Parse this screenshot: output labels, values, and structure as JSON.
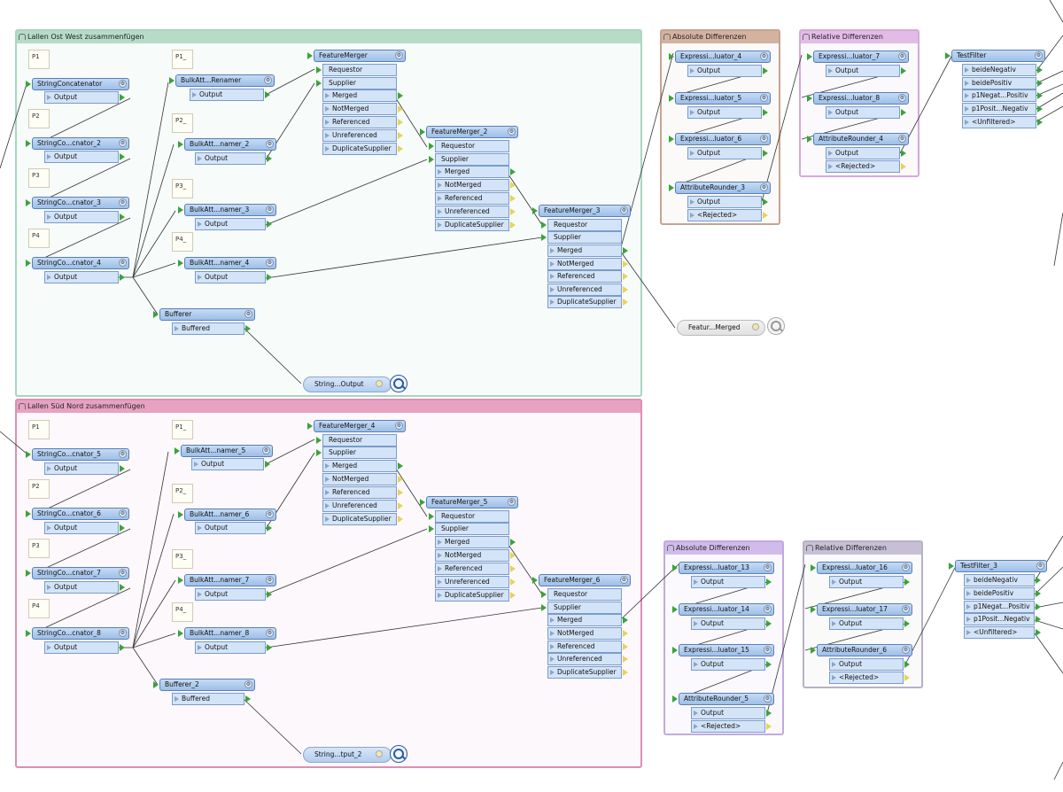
{
  "bookmarks": [
    {
      "title": "Lallen Ost West zusammenfügen",
      "color": "#a9d6c0",
      "bg": "rgba(180,220,200,0.10)"
    },
    {
      "title": "Lallen Süd Nord zusammenfügen",
      "color": "#dd8fb3",
      "bg": "rgba(230,170,200,0.08)"
    },
    {
      "title": "Absolute Differenzen",
      "color": "#c5a48f",
      "bg": "rgba(220,190,170,0.08)"
    },
    {
      "title": "Relative Differenzen",
      "color": "#d7a8dc",
      "bg": "rgba(220,180,225,0.08)"
    },
    {
      "title": "Absolute Differenzen",
      "color": "#c2a9e0",
      "bg": "rgba(200,180,230,0.08)"
    },
    {
      "title": "Relative Differenzen",
      "color": "#b8b0c8",
      "bg": "rgba(190,185,205,0.08)"
    }
  ],
  "annotations": [
    "P1",
    "P2",
    "P3",
    "P4",
    "P1_",
    "P2_",
    "P3_",
    "P4_",
    "P1",
    "P2",
    "P3",
    "P4",
    "P1_",
    "P2_",
    "P3_",
    "P4_"
  ],
  "nodes": {
    "sc1": "StringConcatenator",
    "sc2": "StringCo...cnator_2",
    "sc3": "StringCo...cnator_3",
    "sc4": "StringCo...cnator_4",
    "br1": "BulkAtt...Renamer",
    "br2": "BulkAtt...namer_2",
    "br3": "BulkAtt...namer_3",
    "br4": "BulkAtt...namer_4",
    "fm1": "FeatureMerger",
    "fm2": "FeatureMerger_2",
    "fm3": "FeatureMerger_3",
    "bf1": "Bufferer",
    "so1": "String...Output",
    "sc5": "StringCo...cnator_5",
    "sc6": "StringCo...cnator_6",
    "sc7": "StringCo...cnator_7",
    "sc8": "StringCo...cnator_8",
    "br5": "BulkAtt...namer_5",
    "br6": "BulkAtt...namer_6",
    "br7": "BulkAtt...namer_7",
    "br8": "BulkAtt...namer_8",
    "fm4": "FeatureMerger_4",
    "fm5": "FeatureMerger_5",
    "fm6": "FeatureMerger_6",
    "bf2": "Bufferer_2",
    "so2": "String...tput_2",
    "ex4": "Expressi...luator_4",
    "ex5": "Expressi...luator_5",
    "ex6": "Expressi...luator_6",
    "ar3": "AttributeRounder_3",
    "ex7": "Expressi...luator_7",
    "ex8": "Expressi...luator_8",
    "ar4": "AttributeRounder_4",
    "tf1": "TestFilter",
    "fmm": "Featur...Merged",
    "ex13": "Expressi...luator_13",
    "ex14": "Expressi...luator_14",
    "ex15": "Expressi...luator_15",
    "ar5": "AttributeRounder_5",
    "ex16": "Expressi...luator_16",
    "ex17": "Expressi...luator_17",
    "ar6": "AttributeRounder_6",
    "tf3": "TestFilter_3"
  },
  "ports": {
    "output": "Output",
    "buffered": "Buffered",
    "requestor": "Requestor",
    "supplier": "Supplier",
    "merged": "Merged",
    "notmerged": "NotMerged",
    "referenced": "Referenced",
    "unreferenced": "Unreferenced",
    "duplicate": "DuplicateSupplier",
    "rejected": "<Rejected>",
    "tf": [
      "beideNegativ",
      "beidePositiv",
      "p1Negat...Positiv",
      "p1Posit...Negativ",
      "<Unfiltered>"
    ]
  }
}
